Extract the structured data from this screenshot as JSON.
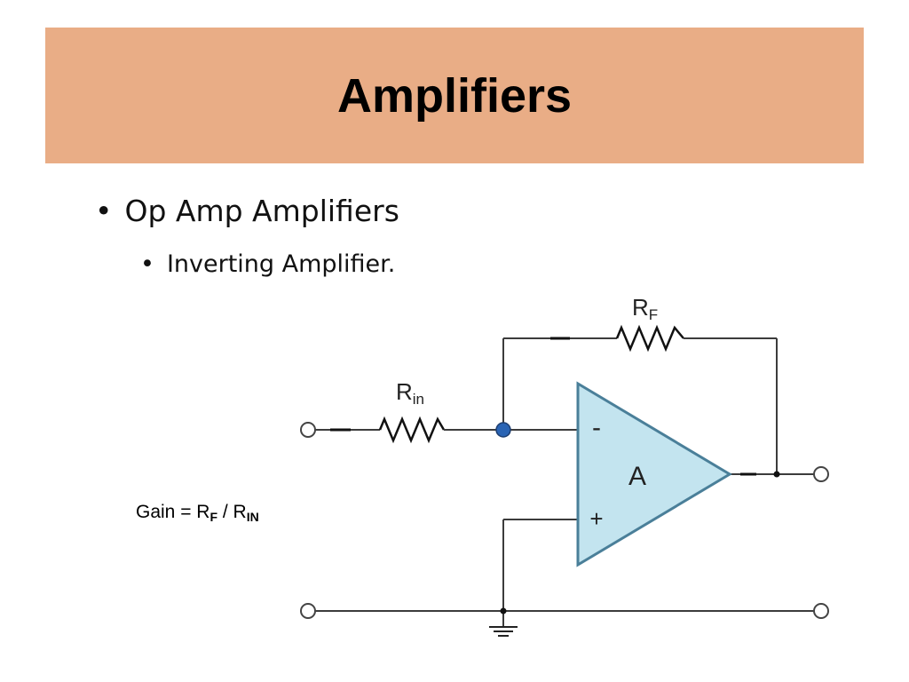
{
  "slide": {
    "title": "Amplifiers",
    "bullets": [
      {
        "text": "Op Amp Amplifiers",
        "sub_bullets": [
          "Inverting Amplifier."
        ]
      }
    ],
    "gain_formula": {
      "prefix": "Gain = R",
      "rf_sub": "F",
      "divider": " / R",
      "rin_sub": "IN"
    }
  },
  "diagram": {
    "labels": {
      "feedback_resistor": "R",
      "feedback_resistor_sub": "F",
      "input_resistor": "R",
      "input_resistor_sub": "in",
      "opamp_gain": "A",
      "inverting_input": "-",
      "noninverting_input": "+"
    },
    "colors": {
      "opamp_fill": "#c3e4ef",
      "opamp_stroke": "#4a7f99",
      "junction_node": "#2a64b4",
      "title_band": "#e9ad86"
    }
  }
}
